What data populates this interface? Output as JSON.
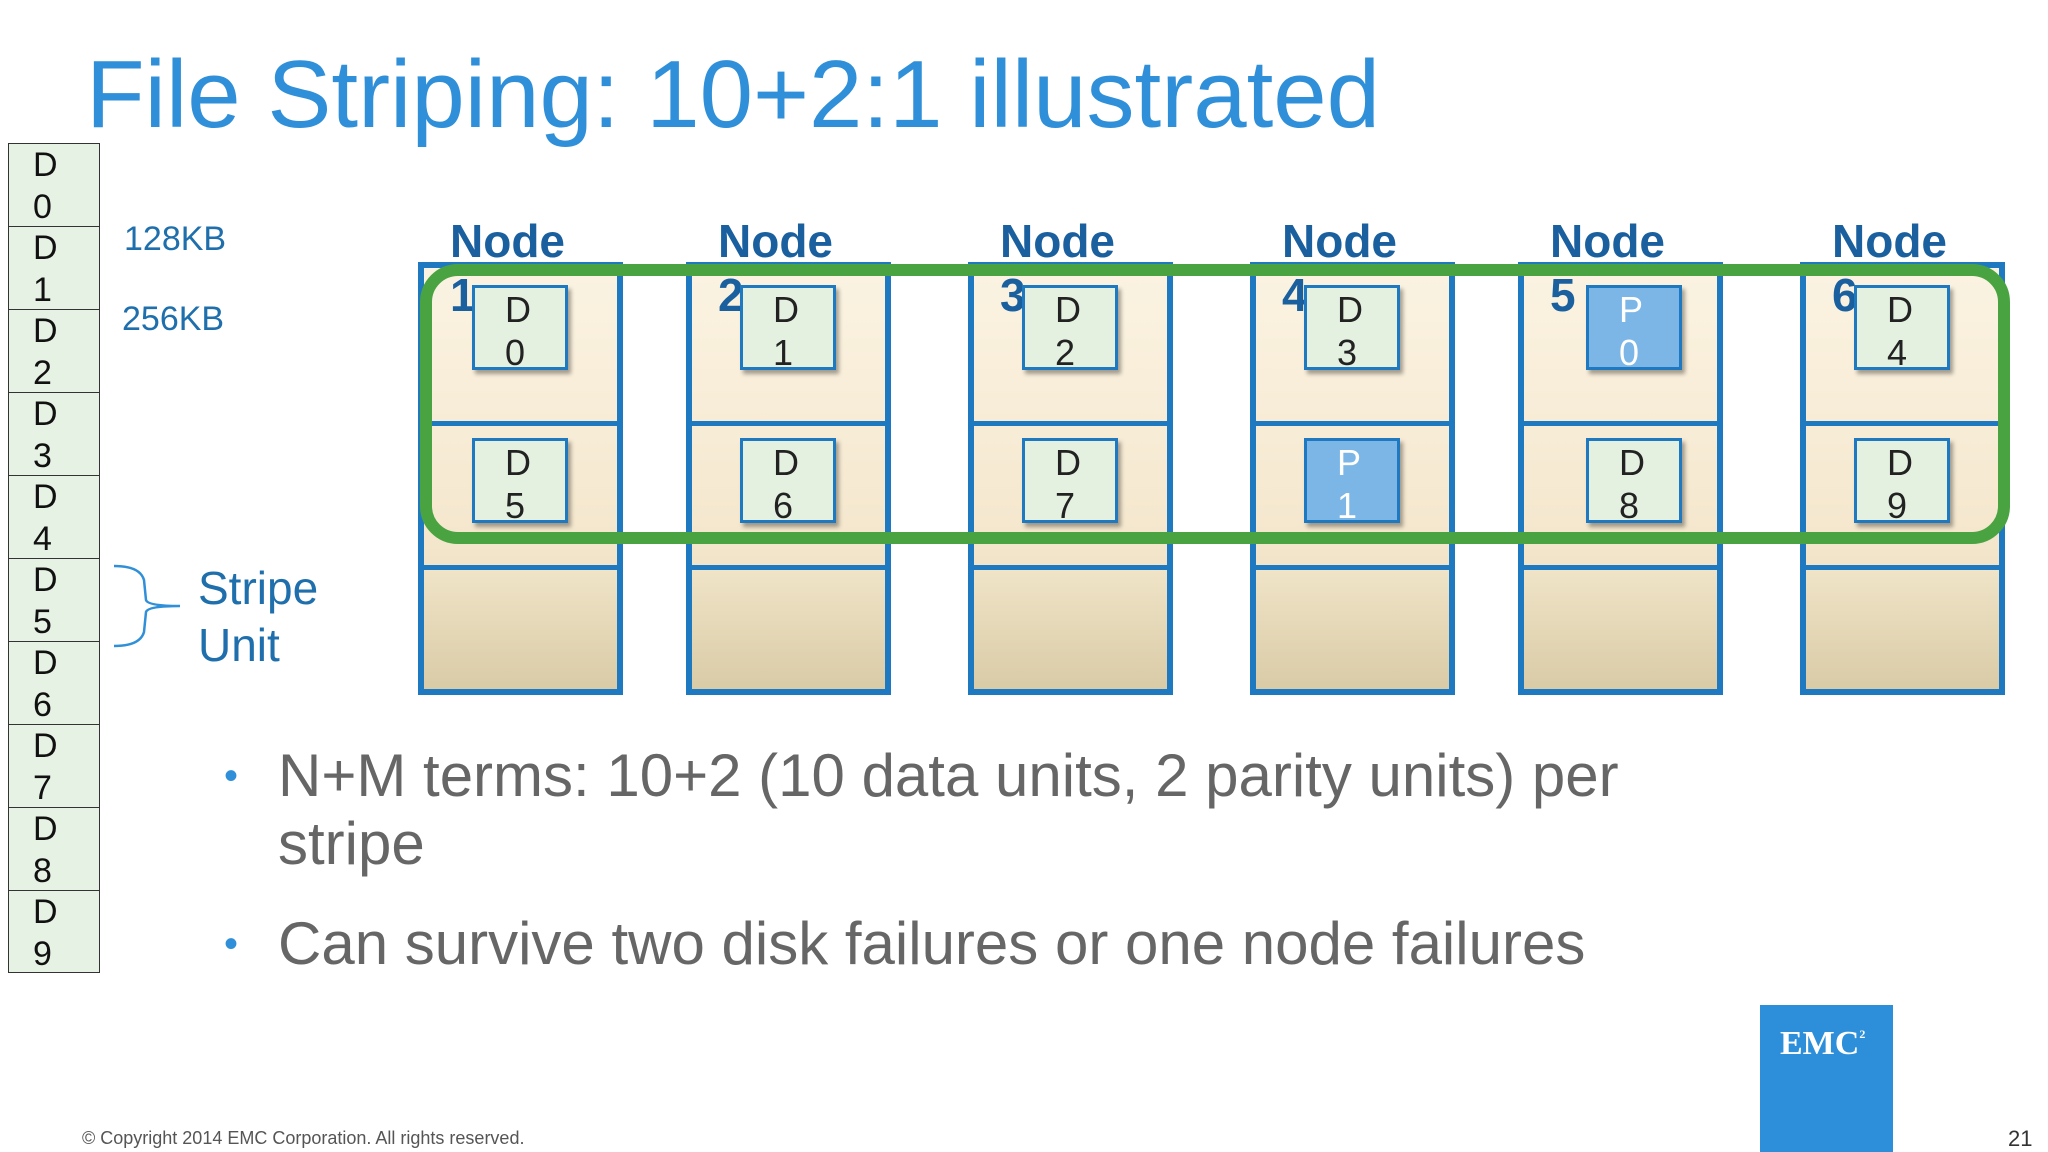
{
  "slide": {
    "title": "File Striping: 10+2:1 illustrated",
    "copyright": "© Copyright 2014 EMC Corporation. All rights reserved.",
    "page_number": "21",
    "logo_text": "EMC",
    "logo_sup": "2"
  },
  "file_blocks": [
    {
      "letter": "D",
      "num": "0"
    },
    {
      "letter": "D",
      "num": "1"
    },
    {
      "letter": "D",
      "num": "2"
    },
    {
      "letter": "D",
      "num": "3"
    },
    {
      "letter": "D",
      "num": "4"
    },
    {
      "letter": "D",
      "num": "5"
    },
    {
      "letter": "D",
      "num": "6"
    },
    {
      "letter": "D",
      "num": "7"
    },
    {
      "letter": "D",
      "num": "8"
    },
    {
      "letter": "D",
      "num": "9"
    }
  ],
  "size_labels": [
    "128KB",
    "256KB"
  ],
  "stripe_unit_label": {
    "line1": "Stripe",
    "line2": "Unit"
  },
  "nodes": [
    {
      "word": "Node",
      "num": "1",
      "top": {
        "letter": "D",
        "num": "0",
        "parity": false
      },
      "bottom": {
        "letter": "D",
        "num": "5",
        "parity": false
      }
    },
    {
      "word": "Node",
      "num": "2",
      "top": {
        "letter": "D",
        "num": "1",
        "parity": false
      },
      "bottom": {
        "letter": "D",
        "num": "6",
        "parity": false
      }
    },
    {
      "word": "Node",
      "num": "3",
      "top": {
        "letter": "D",
        "num": "2",
        "parity": false
      },
      "bottom": {
        "letter": "D",
        "num": "7",
        "parity": false
      }
    },
    {
      "word": "Node",
      "num": "4",
      "top": {
        "letter": "D",
        "num": "3",
        "parity": false
      },
      "bottom": {
        "letter": "P",
        "num": "1",
        "parity": true
      }
    },
    {
      "word": "Node",
      "num": "5",
      "top": {
        "letter": "P",
        "num": "0",
        "parity": true
      },
      "bottom": {
        "letter": "D",
        "num": "8",
        "parity": false
      }
    },
    {
      "word": "Node",
      "num": "6",
      "top": {
        "letter": "D",
        "num": "4",
        "parity": false
      },
      "bottom": {
        "letter": "D",
        "num": "9",
        "parity": false
      }
    }
  ],
  "bullets": [
    "N+M terms: 10+2 (10 data units, 2 parity units) per stripe",
    "Can survive two disk failures or one node failures"
  ],
  "colors": {
    "title": "#2f8fd8",
    "node_border": "#1f79c0",
    "stripe_ring": "#4aa341",
    "parity_unit": "#7cb6e6",
    "data_unit": "#e4f1e1"
  }
}
